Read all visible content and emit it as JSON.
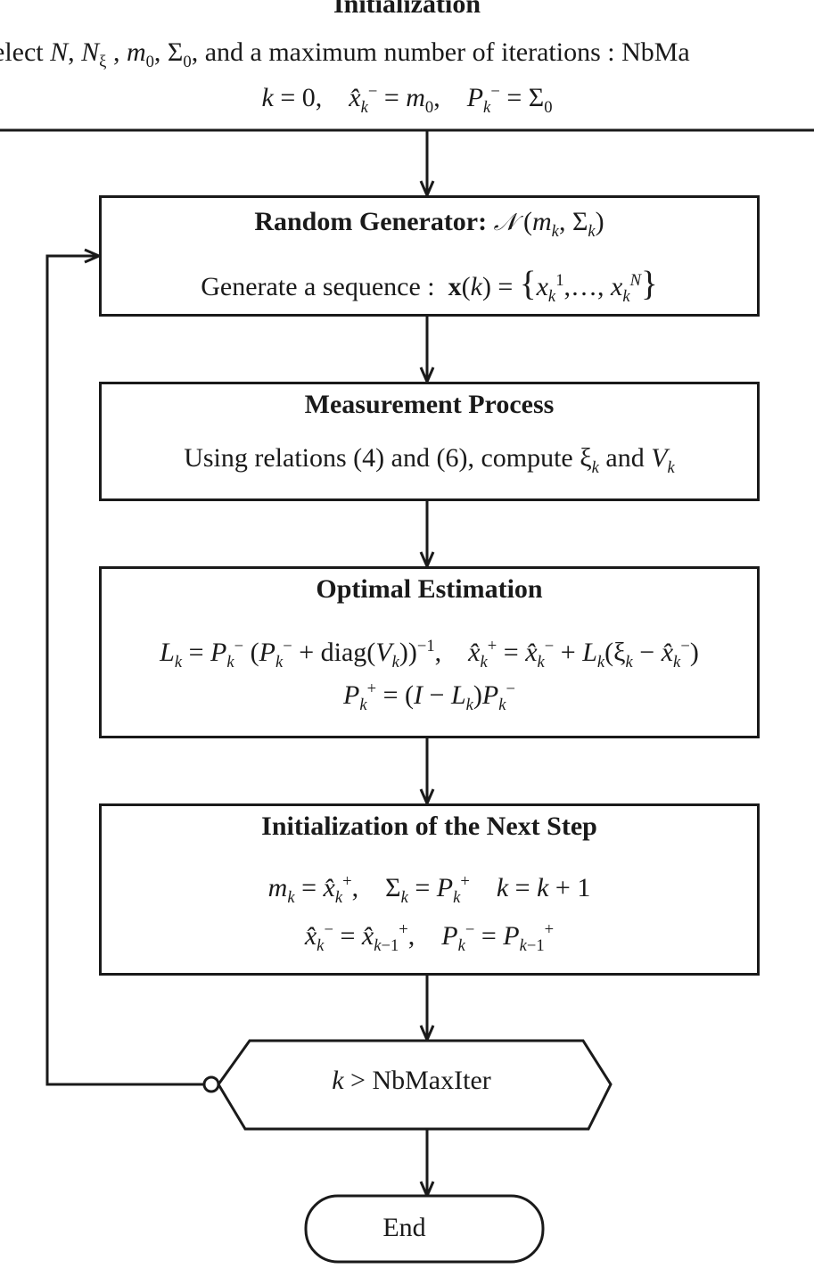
{
  "diagram": {
    "type": "flowchart",
    "initialization": {
      "title": "Initialization",
      "line1_prefix": "elect ",
      "line1_vars": "N, Nξ, m0, Σ0,",
      "line1_text": " and a maximum number of iterations : NbMa",
      "line2": "k = 0,   x̂k⁻ = m0,   Pk⁻ = Σ0"
    },
    "steps": [
      {
        "id": "random-generator",
        "title": "Random Generator:",
        "title_math": "𝒩 (mk, Σk)",
        "body": [
          "Generate a sequence :  x(k) = {xk1, …, xkN}"
        ]
      },
      {
        "id": "measurement-process",
        "title": "Measurement Process",
        "body": [
          "Using relations (4) and (6), compute ξk and Vk"
        ]
      },
      {
        "id": "optimal-estimation",
        "title": "Optimal Estimation",
        "body": [
          "Lk = Pk⁻ (Pk⁻ + diag(Vk))⁻¹,   x̂k⁺ = x̂k⁻ + Lk(ξk − x̂k⁻)",
          "Pk⁺ = (I − Lk)Pk⁻"
        ]
      },
      {
        "id": "next-step-initialization",
        "title": "Initialization of the Next Step",
        "body": [
          "mk = x̂k⁺,   Σk = Pk⁺   k = k + 1",
          "x̂k⁻ = x̂k−1⁺,   Pk⁻ = Pk−1⁺"
        ]
      }
    ],
    "decision": {
      "condition_var": "k",
      "condition_text": " > NbMaxIter",
      "false_branch": "loop back to Random Generator",
      "true_branch": "End"
    },
    "terminal": {
      "label": "End"
    },
    "colors": {
      "stroke": "#1a1a1a",
      "background": "#ffffff"
    }
  }
}
